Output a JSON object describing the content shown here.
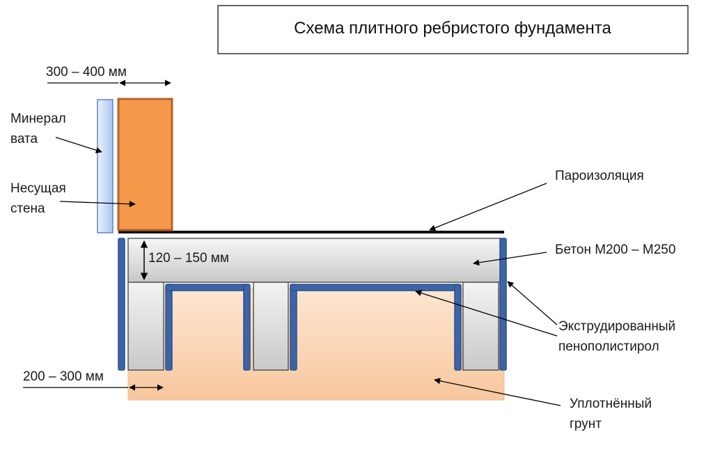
{
  "title": "Схема плитного ребристого фундамента",
  "labels": {
    "wall_thickness": "300 – 400 мм",
    "mineral_wool_line1": "Минерал",
    "mineral_wool_line2": "вата",
    "bearing_wall_line1": "Несущая",
    "bearing_wall_line2": "стена",
    "vapor_barrier": "Пароизоляция",
    "slab_thickness": "120 – 150 мм",
    "concrete": "Бетон М200 – М250",
    "xps_line1": "Экструдированный",
    "xps_line2": "пенополистирол",
    "rib_width": "200 – 300 мм",
    "soil_line1": "Уплотнённый",
    "soil_line2": "грунт"
  },
  "colors": {
    "wall": "#f4994a",
    "wall_border": "#c96a2a",
    "mineral_wool": "#c8daf6",
    "concrete": "#d9d9d9",
    "xps": "#3c64a6",
    "soil": "#fbd3b0",
    "vapor_barrier": "#111111"
  }
}
